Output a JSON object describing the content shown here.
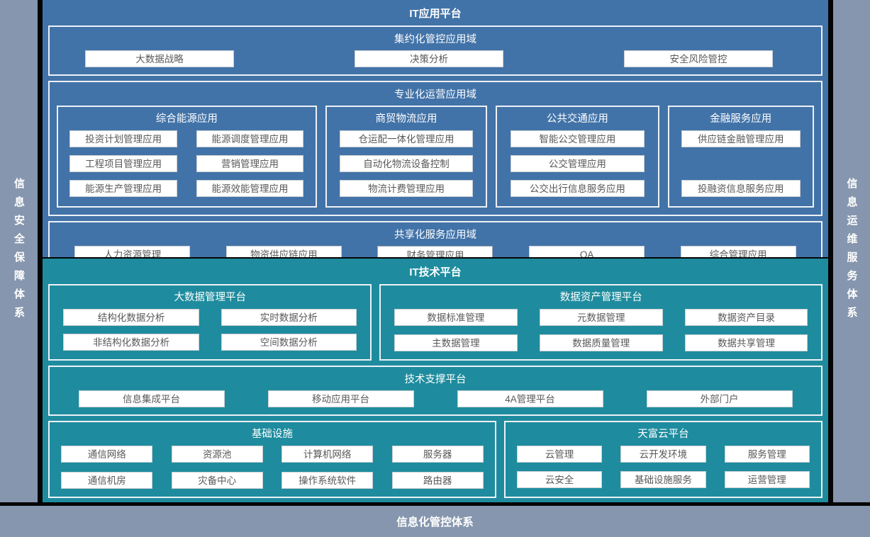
{
  "colors": {
    "blue": "#4273a8",
    "teal": "#1e8c9e",
    "gray": "#8696ae",
    "divider": "#050505",
    "chip_text": "#595959",
    "box_border": "#edf1f7"
  },
  "sidebars": {
    "left": "信息安全保障体系",
    "right": "信息运维服务体系",
    "bottom": "信息化管控体系"
  },
  "app_platform": {
    "title": "IT应用平台",
    "centralized": {
      "title": "集约化管控应用域",
      "chips": [
        "大数据战略",
        "决策分析",
        "安全风险管控"
      ]
    },
    "specialized": {
      "title": "专业化运营应用域",
      "groups": [
        {
          "title": "综合能源应用",
          "chips": [
            "投资计划管理应用",
            "能源调度管理应用",
            "工程项目管理应用",
            "营销管理应用",
            "能源生产管理应用",
            "能源效能管理应用"
          ]
        },
        {
          "title": "商贸物流应用",
          "chips": [
            "仓运配一体化管理应用",
            "自动化物流设备控制",
            "物流计费管理应用"
          ]
        },
        {
          "title": "公共交通应用",
          "chips": [
            "智能公交管理应用",
            "公交管理应用",
            "公交出行信息服务应用"
          ]
        },
        {
          "title": "金融服务应用",
          "chips": [
            "供应链金融管理应用",
            "投融资信息服务应用"
          ]
        }
      ]
    },
    "shared": {
      "title": "共享化服务应用域",
      "chips": [
        "人力资源管理",
        "物资供应链应用",
        "财务管理应用",
        "OA",
        "综合管理应用"
      ]
    }
  },
  "tech_platform": {
    "title": "IT技术平台",
    "bigdata": {
      "title": "大数据管理平台",
      "chips": [
        "结构化数据分析",
        "实时数据分析",
        "非结构化数据分析",
        "空间数据分析"
      ]
    },
    "data_asset": {
      "title": "数据资产管理平台",
      "chips": [
        "数据标准管理",
        "元数据管理",
        "数据资产目录",
        "主数据管理",
        "数据质量管理",
        "数据共享管理"
      ]
    },
    "tech_support": {
      "title": "技术支撑平台",
      "chips": [
        "信息集成平台",
        "移动应用平台",
        "4A管理平台",
        "外部门户"
      ]
    },
    "infrastructure": {
      "title": "基础设施",
      "chips": [
        "通信网络",
        "资源池",
        "计算机网络",
        "服务器",
        "通信机房",
        "灾备中心",
        "操作系统软件",
        "路由器"
      ]
    },
    "cloud": {
      "title": "天富云平台",
      "chips": [
        "云管理",
        "云开发环境",
        "服务管理",
        "云安全",
        "基础设施服务",
        "运营管理"
      ]
    }
  }
}
